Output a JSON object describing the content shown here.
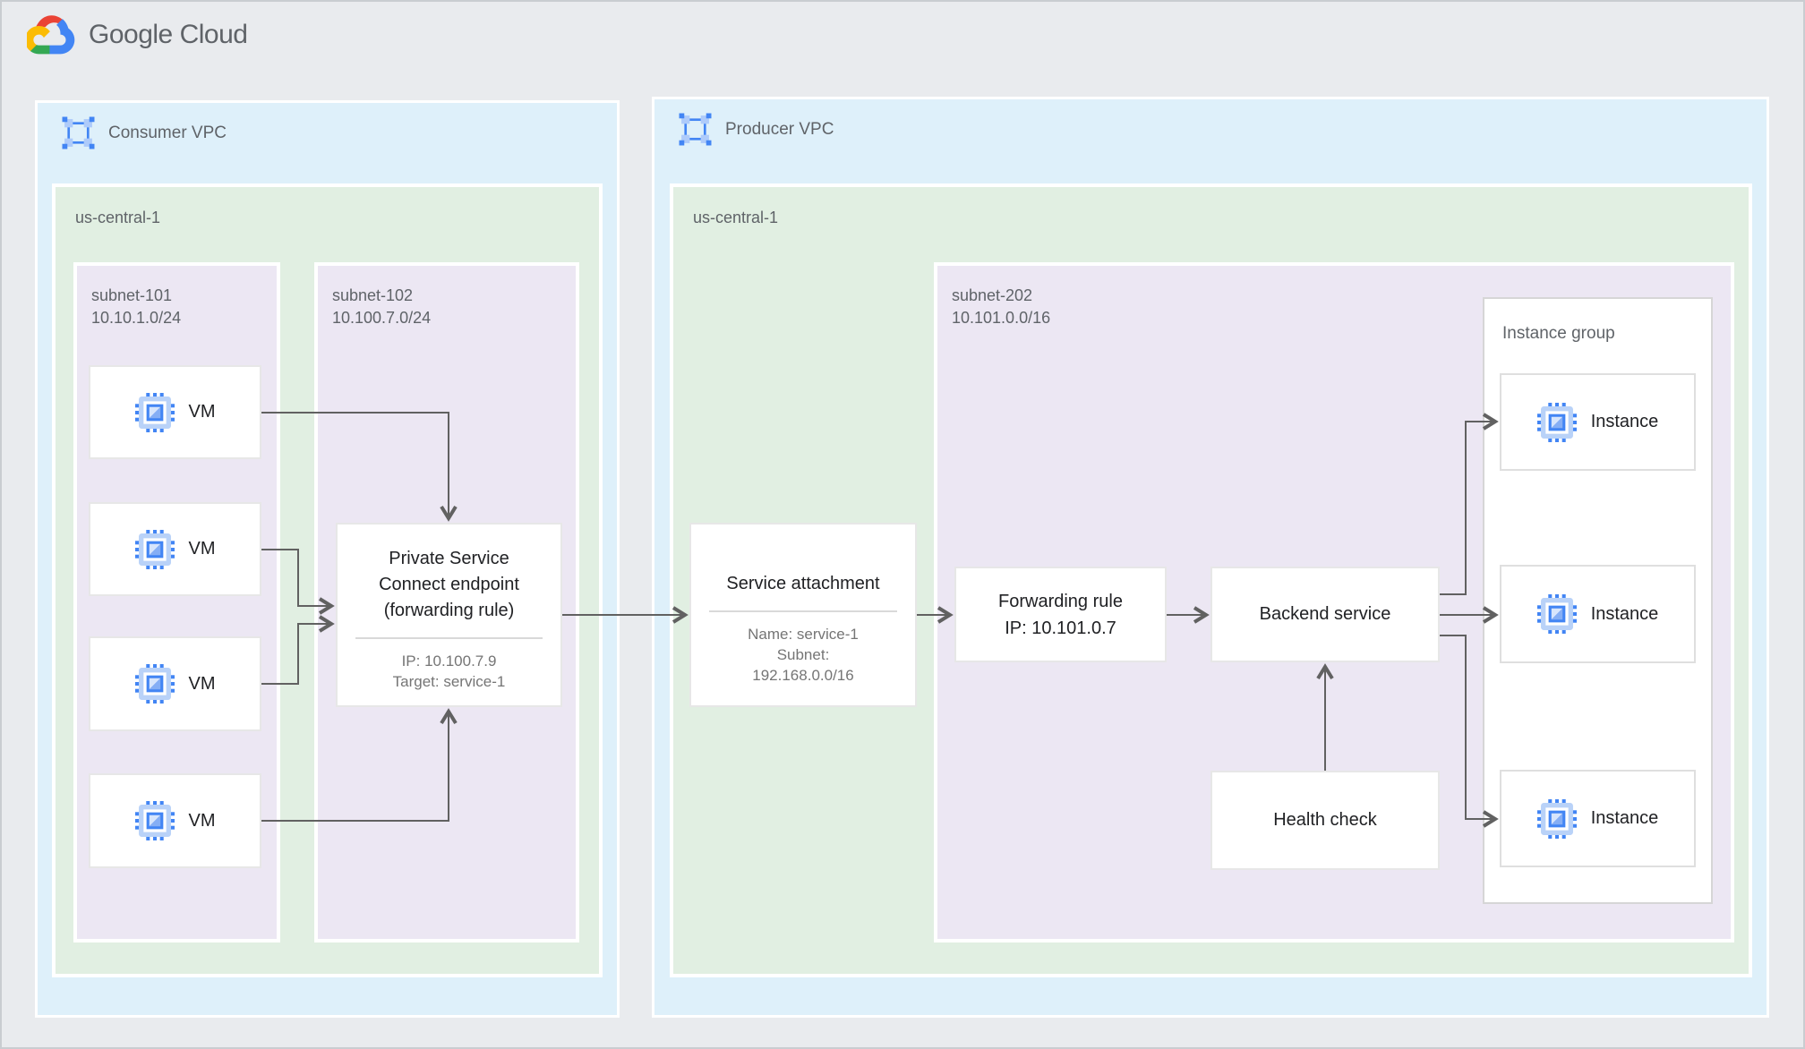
{
  "brand": {
    "logo_text": "Google Cloud"
  },
  "consumer_vpc": {
    "label": "Consumer VPC",
    "region": {
      "label": "us-central-1",
      "subnet_101": {
        "name": "subnet-101",
        "cidr": "10.10.1.0/24",
        "vms": [
          {
            "label": "VM"
          },
          {
            "label": "VM"
          },
          {
            "label": "VM"
          },
          {
            "label": "VM"
          }
        ]
      },
      "subnet_102": {
        "name": "subnet-102",
        "cidr": "10.100.7.0/24",
        "endpoint": {
          "title_lines": [
            "Private Service",
            "Connect endpoint",
            "(forwarding rule)"
          ],
          "details": [
            "IP: 10.100.7.9",
            "Target: service-1"
          ]
        }
      }
    }
  },
  "producer_vpc": {
    "label": "Producer VPC",
    "region": {
      "label": "us-central-1",
      "service_attachment": {
        "title": "Service attachment",
        "details": [
          "Name: service-1",
          "Subnet:",
          "192.168.0.0/16"
        ]
      },
      "subnet_202": {
        "name": "subnet-202",
        "cidr": "10.101.0.0/16",
        "forwarding_rule": {
          "lines": [
            "Forwarding rule",
            "IP: 10.101.0.7"
          ]
        },
        "backend_service": {
          "title": "Backend service"
        },
        "health_check": {
          "title": "Health check"
        },
        "instance_group": {
          "label": "Instance group",
          "instances": [
            {
              "label": "Instance"
            },
            {
              "label": "Instance"
            },
            {
              "label": "Instance"
            }
          ]
        }
      }
    }
  },
  "connections": [
    {
      "from": "vm-1",
      "to": "psc-endpoint-top"
    },
    {
      "from": "vm-2",
      "to": "psc-endpoint-left"
    },
    {
      "from": "vm-3",
      "to": "psc-endpoint-left"
    },
    {
      "from": "vm-4",
      "to": "psc-endpoint-bottom"
    },
    {
      "from": "psc-endpoint",
      "to": "service-attachment"
    },
    {
      "from": "service-attachment",
      "to": "forwarding-rule"
    },
    {
      "from": "forwarding-rule",
      "to": "backend-service"
    },
    {
      "from": "backend-service",
      "to": "instance-1"
    },
    {
      "from": "backend-service",
      "to": "instance-2"
    },
    {
      "from": "backend-service",
      "to": "instance-3"
    },
    {
      "from": "health-check",
      "to": "backend-service"
    }
  ],
  "colors": {
    "page_bg": "#e9ebee",
    "page_border": "#c9cdd1",
    "vpc_fill": "#def0fa",
    "region_fill": "#e1efe2",
    "subnet_fill": "#ece7f3",
    "node_bg": "#ffffff",
    "node_border": "#e7e7e7",
    "text_primary": "#202124",
    "text_secondary": "#757575",
    "label_gray": "#5f6368",
    "arrow": "#616161",
    "icon_blue": "#4285f4",
    "icon_light_blue": "#aecbfa",
    "logo_red": "#ea4335",
    "logo_blue": "#4285f4",
    "logo_green": "#34a853",
    "logo_yellow": "#fbbc05"
  }
}
